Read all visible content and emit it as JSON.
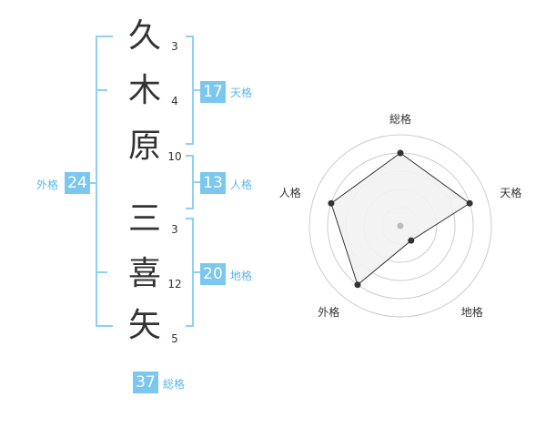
{
  "name": {
    "characters": [
      {
        "char": "久",
        "strokes": "3"
      },
      {
        "char": "木",
        "strokes": "4"
      },
      {
        "char": "原",
        "strokes": "10"
      },
      {
        "char": "三",
        "strokes": "3"
      },
      {
        "char": "喜",
        "strokes": "12"
      },
      {
        "char": "矢",
        "strokes": "5"
      }
    ]
  },
  "scores": {
    "tenkaku": {
      "value": "17",
      "label": "天格"
    },
    "jinkaku": {
      "value": "13",
      "label": "人格"
    },
    "chikaku": {
      "value": "20",
      "label": "地格"
    },
    "gaikaku": {
      "value": "24",
      "label": "外格"
    },
    "soukaku": {
      "value": "37",
      "label": "総格"
    }
  },
  "chart_data": {
    "type": "radar",
    "axes": [
      "総格",
      "天格",
      "地格",
      "外格",
      "人格"
    ],
    "values": [
      4,
      4,
      1,
      4,
      4
    ],
    "max": 5,
    "rings": 5,
    "colors": {
      "fill": "#f2f2f2",
      "line": "#333333",
      "grid": "#cccccc",
      "center": "#bbbbbb"
    }
  },
  "colors": {
    "bracket": "#8fd0f3",
    "badge": "#7cc7f0",
    "label": "#5bb8ea"
  }
}
